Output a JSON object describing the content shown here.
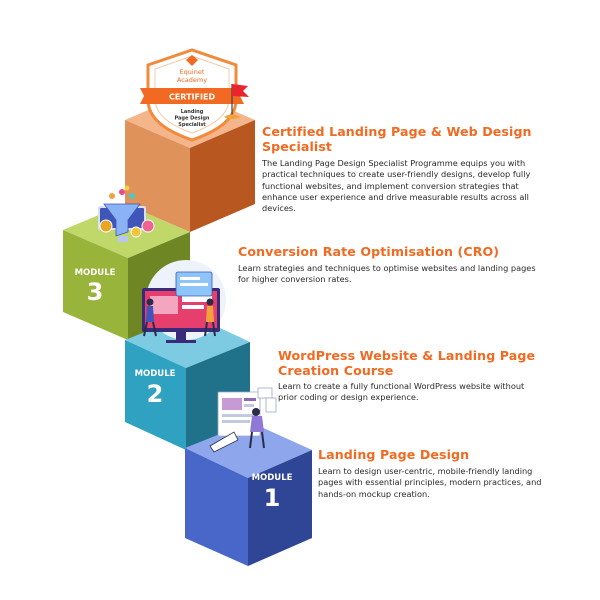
{
  "badge": {
    "brand_line1": "Equinet",
    "brand_line2": "Academy",
    "ribbon": "CERTIFIED",
    "caption_line1": "Landing",
    "caption_line2": "Page Design",
    "caption_line3": "Specialist"
  },
  "steps": [
    {
      "module_word": "",
      "module_number": "",
      "title_lines": [
        "Certified Landing Page & Web Design Specialist"
      ],
      "desc_lines": [
        "The Landing Page Design Specialist Programme equips you with",
        "practical techniques to create user-friendly designs, develop fully",
        "functional websites, and implement conversion strategies that",
        "enhance user experience and drive measurable results across all",
        "devices."
      ]
    },
    {
      "module_word": "MODULE",
      "module_number": "3",
      "title_lines": [
        "Conversion Rate Optimisation (CRO)"
      ],
      "desc_lines": [
        "Learn strategies and techniques to optimise websites and landing pages",
        "for higher conversion rates."
      ]
    },
    {
      "module_word": "MODULE",
      "module_number": "2",
      "title_lines": [
        "WordPress Website & Landing Page",
        "Creation Course"
      ],
      "desc_lines": [
        "Learn to create a fully functional WordPress website without",
        "prior coding or design experience."
      ]
    },
    {
      "module_word": "MODULE",
      "module_number": "1",
      "title_lines": [
        "Landing Page Design"
      ],
      "desc_lines": [
        "Learn to design user-centric, mobile-friendly landing",
        "pages with essential principles, modern practices, and",
        "hands-on mockup creation."
      ]
    }
  ],
  "colors": {
    "title_orange": "#f26a21",
    "cube_cert": [
      "#e0925b",
      "#b8571f",
      "#f4b58a"
    ],
    "cube_m3": [
      "#99b43a",
      "#6e8624",
      "#c0d86a"
    ],
    "cube_m2": [
      "#2fa2c1",
      "#20718a",
      "#7ccbe2"
    ],
    "cube_m1": [
      "#4867c9",
      "#2f4596",
      "#8ea6ec"
    ]
  }
}
